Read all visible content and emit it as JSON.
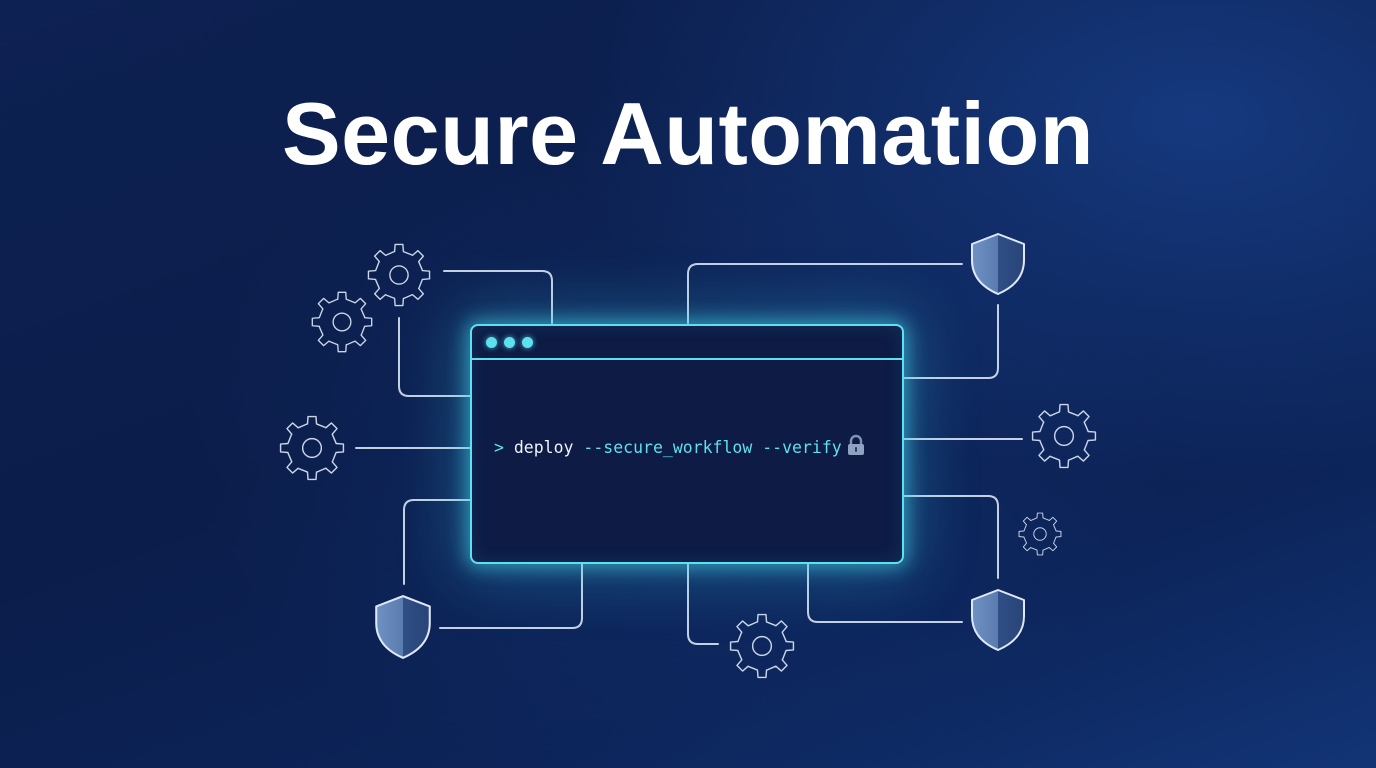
{
  "title": "Secure Automation",
  "terminal": {
    "window_dots": [
      "dot",
      "dot",
      "dot"
    ],
    "prompt": ">",
    "command": "deploy",
    "flag_1": "--secure_workflow",
    "flag_2": "--verify",
    "trailing_icon": "lock-icon"
  },
  "icons": {
    "gear": "gear-icon",
    "shield": "shield-icon"
  },
  "colors": {
    "background": "#0b1d4a",
    "accent_cyan": "#5fe0ee",
    "line_white": "#dfe8f7",
    "shield_fill": "#5d7fb0"
  }
}
